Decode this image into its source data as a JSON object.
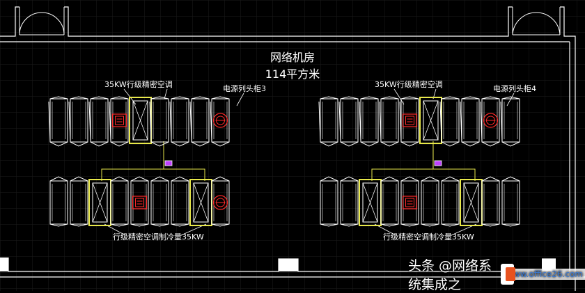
{
  "room": {
    "title": "网络机房",
    "area": "114平方米"
  },
  "labels": {
    "ac_top_left": "35KW行级精密空调",
    "ac_top_right": "35KW行级精密空调",
    "power_cab_3": "电源列头柜3",
    "power_cab_4": "电源列头柜4",
    "cooling_left": "行级精密空调制冷量35KW",
    "cooling_right": "行级精密空调制冷量35KW"
  },
  "watermark": {
    "text": "头条 @网络系统集成之",
    "site": "www.office26.com"
  },
  "colors": {
    "background": "#000000",
    "cabinet": "#ffffff",
    "ac_unit": "#e8e84a",
    "link_line": "#e8e84a",
    "rack_symbol": "#ff2a2a",
    "label": "#ffffff",
    "grid": "#1a1a1a"
  },
  "groups": [
    {
      "rows": [
        [
          "cabinet",
          "cabinet",
          "cabinet",
          "rack",
          "ac",
          "cabinet",
          "cabinet",
          "cabinet",
          "power"
        ],
        [
          "cabinet",
          "cabinet",
          "ac",
          "cabinet",
          "rack",
          "cabinet",
          "cabinet",
          "ac",
          "power"
        ]
      ]
    },
    {
      "rows": [
        [
          "cabinet",
          "cabinet",
          "cabinet",
          "cabinet",
          "rack",
          "ac",
          "cabinet",
          "cabinet",
          "power",
          "cabinet"
        ],
        [
          "cabinet",
          "cabinet",
          "ac",
          "cabinet",
          "rack",
          "cabinet",
          "cabinet",
          "ac",
          "cabinet",
          "cabinet"
        ]
      ]
    }
  ]
}
